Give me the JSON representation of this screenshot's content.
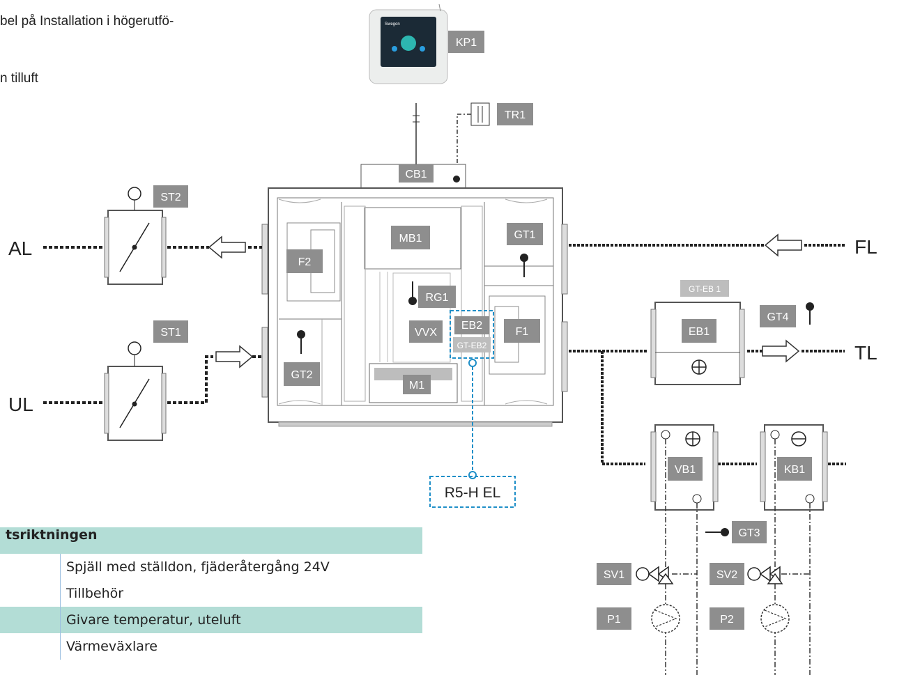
{
  "intro": {
    "line1": "bel på Installation i högerutfö-",
    "line2": "n tilluft"
  },
  "diagram": {
    "air_labels": {
      "al": "AL",
      "ul": "UL",
      "fl": "FL",
      "tl": "TL"
    },
    "components": {
      "kp1": "KP1",
      "tr1": "TR1",
      "cb1": "CB1",
      "st2": "ST2",
      "st1": "ST1",
      "mb1": "MB1",
      "gt1": "GT1",
      "f2": "F2",
      "rg1": "RG1",
      "eb2": "EB2",
      "gt_eb2": "GT-EB2",
      "vvx": "VVX",
      "f1": "F1",
      "gt2": "GT2",
      "m1": "M1",
      "gt_eb1": "GT-EB 1",
      "eb1": "EB1",
      "gt4": "GT4",
      "vb1": "VB1",
      "kb1": "KB1",
      "gt3": "GT3",
      "sv1": "SV1",
      "sv2": "SV2",
      "p1": "P1",
      "p2": "P2",
      "r5": "R5-H EL"
    },
    "controller_brand": "Swegon"
  },
  "legend": {
    "header": "tsriktningen",
    "rows": [
      {
        "code": "",
        "desc": "Spjäll med ställdon, fjäderåtergång 24V"
      },
      {
        "code": "",
        "desc": "Tillbehör"
      },
      {
        "code": "",
        "desc": "Givare temperatur, uteluft"
      },
      {
        "code": "",
        "desc": "Värmeväxlare"
      }
    ]
  }
}
